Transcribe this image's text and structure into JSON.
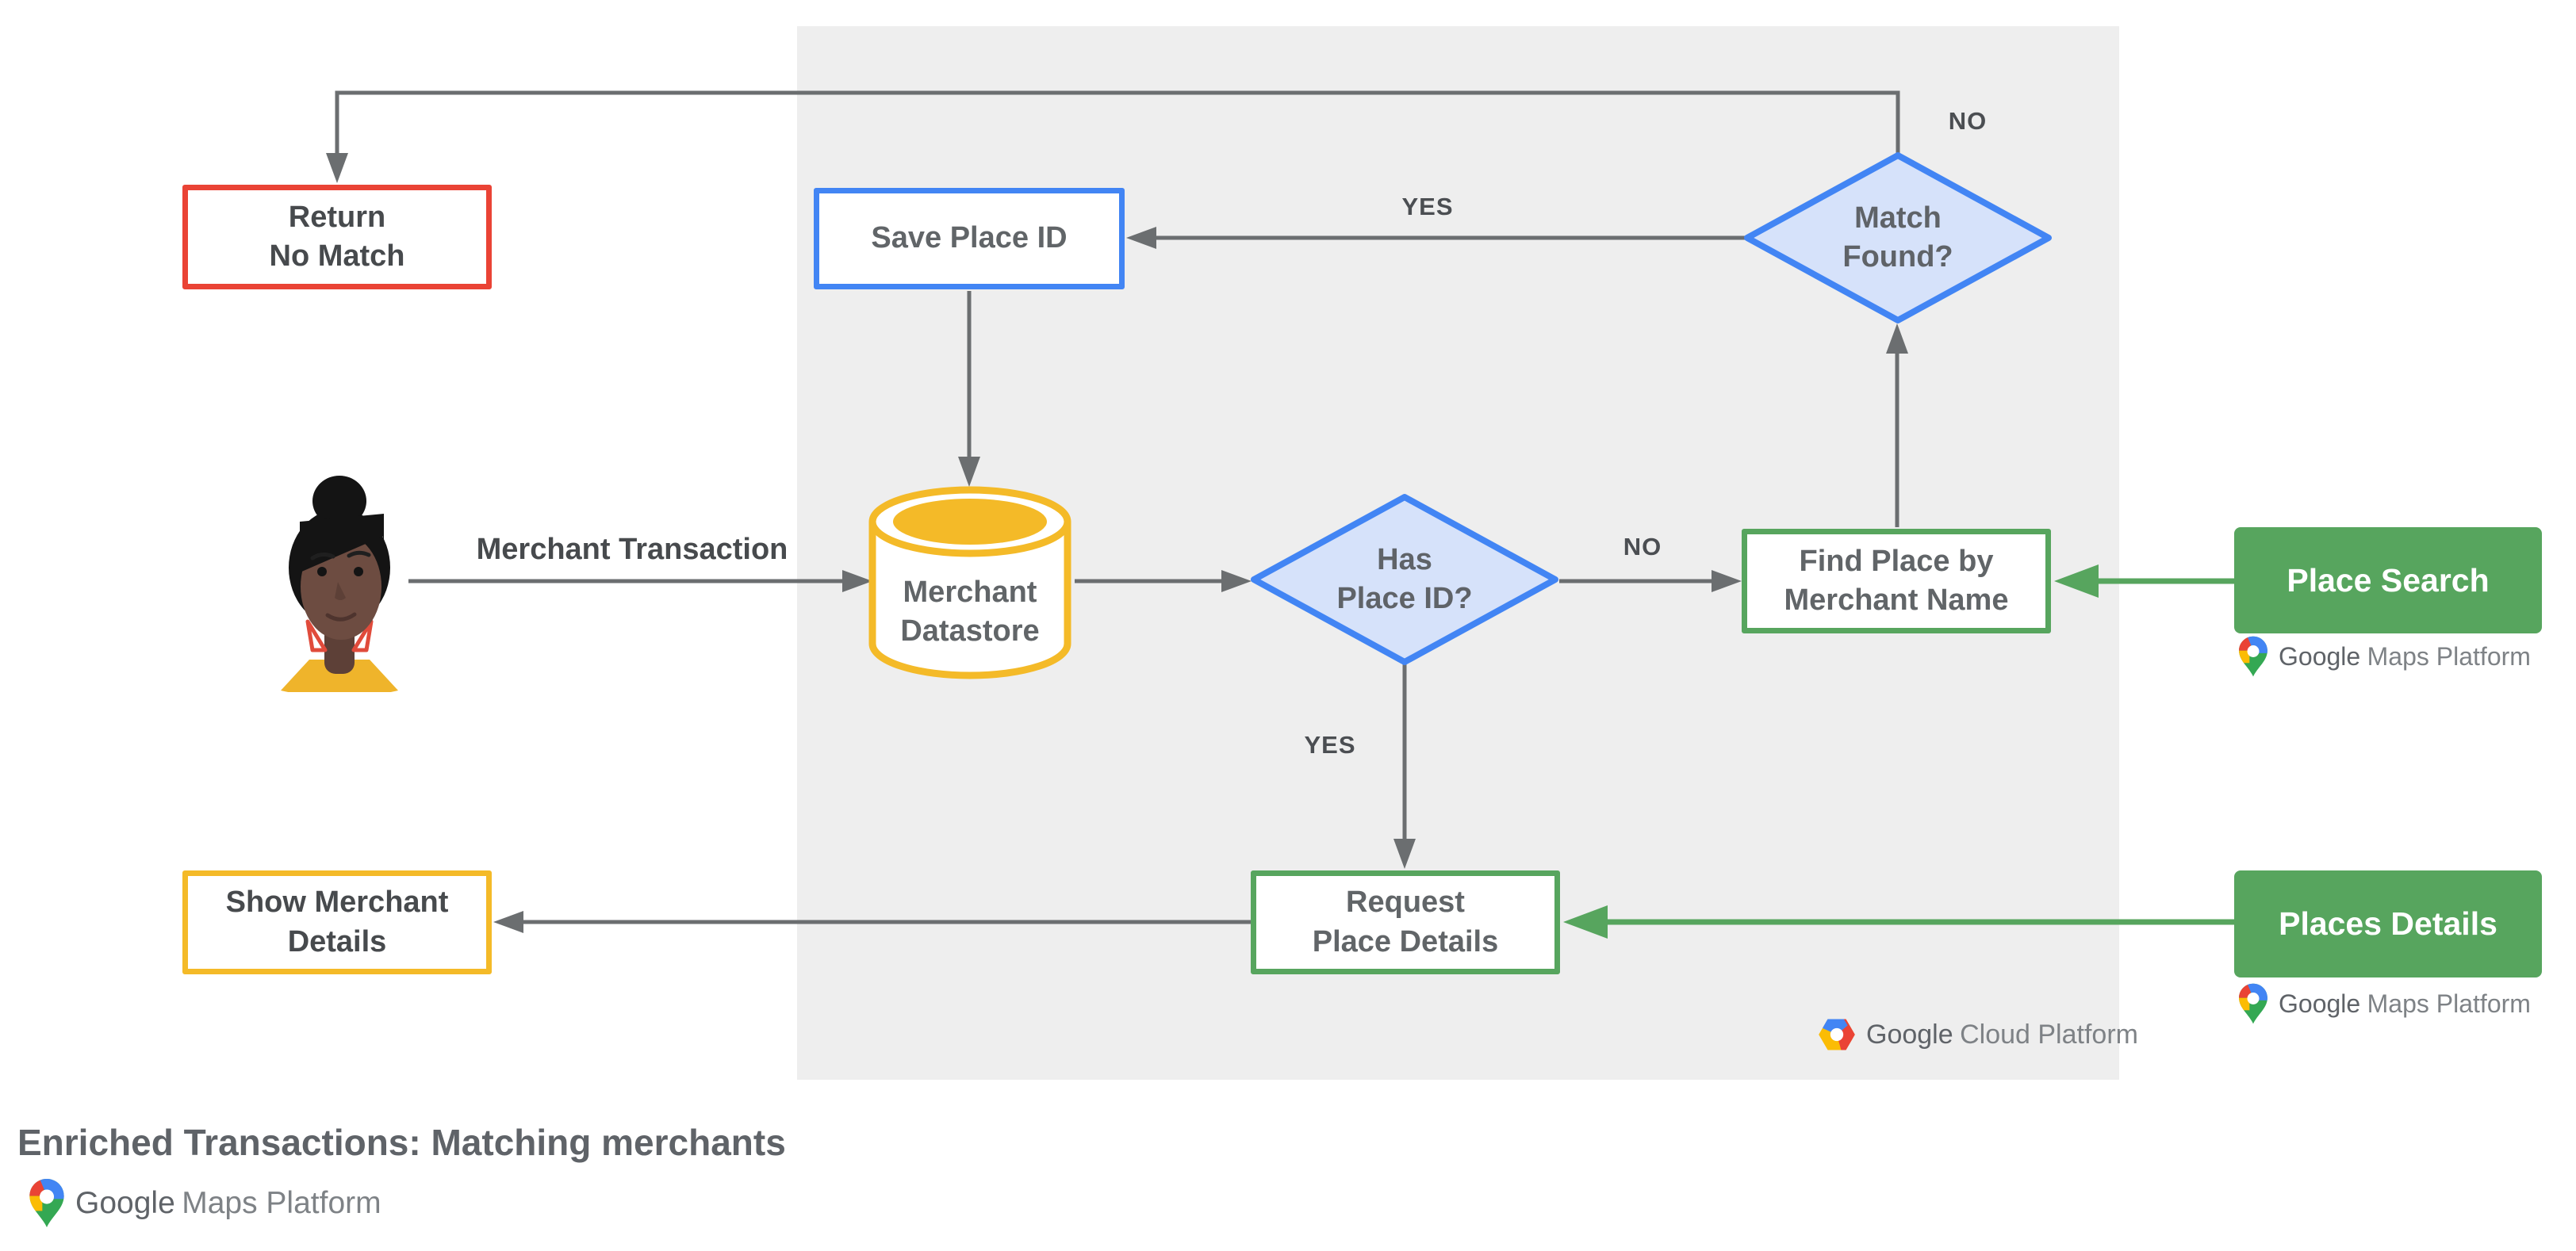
{
  "title": "Enriched Transactions: Matching merchants",
  "nodes": {
    "return_no_match": "Return\nNo Match",
    "save_place_id": "Save Place ID",
    "match_found": "Match\nFound?",
    "merchant_datastore": "Merchant\nDatastore",
    "has_place_id": "Has\nPlace ID?",
    "find_place_by_merchant_name": "Find Place by\nMerchant Name",
    "place_search": "Place Search",
    "request_place_details": "Request\nPlace Details",
    "places_details": "Places Details",
    "show_merchant_details": "Show Merchant\nDetails"
  },
  "edge_labels": {
    "match_found_yes": "YES",
    "match_found_no": "NO",
    "has_place_id_no": "NO",
    "has_place_id_yes": "YES",
    "merchant_transaction": "Merchant Transaction"
  },
  "logos": {
    "google": "Google",
    "maps_platform": "Maps Platform",
    "cloud_platform": "Cloud Platform"
  },
  "colors": {
    "red": "#EA4335",
    "blue": "#4285F4",
    "blue_fill": "#D6E2FA",
    "yellow": "#F4BA28",
    "green": "#57A55E",
    "gray_line": "#6B6E70",
    "panel": "#EEEEEE"
  }
}
